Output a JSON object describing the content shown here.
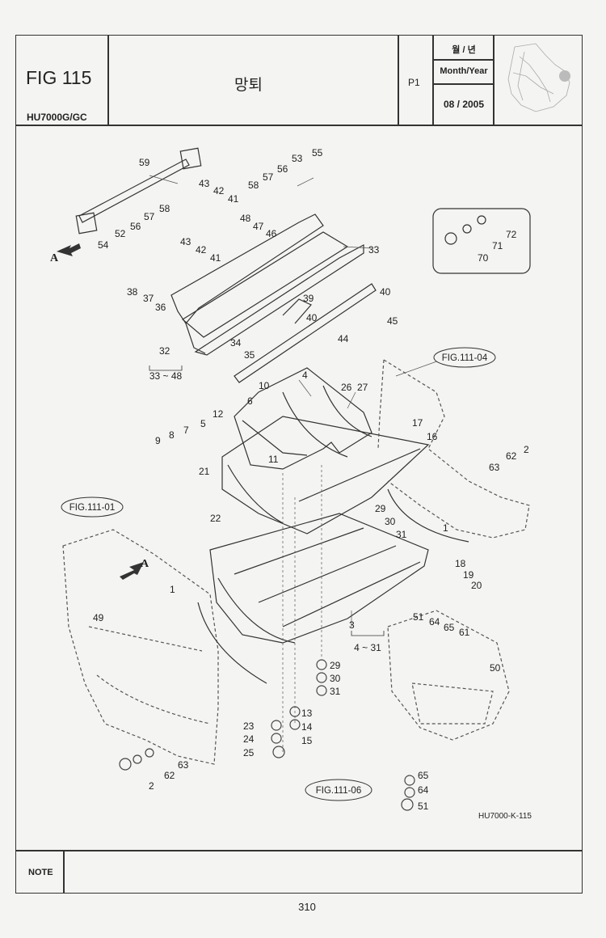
{
  "header": {
    "fig_label": "FIG 115",
    "model": "HU7000G/GC",
    "title": "망퇴",
    "page_code": "P1",
    "month_year_korean": "월 / 년",
    "month_year_label": "Month/Year",
    "date": "08 / 2005"
  },
  "diagram": {
    "drawing_code": "HU7000-K-115",
    "refs": {
      "fig_111_04": "FIG.111-04",
      "fig_111_01": "FIG.111-01",
      "fig_111_06": "FIG.111-06"
    },
    "direction_marker": "A",
    "ranges": {
      "r1": "33 ~ 48",
      "r2": "4 ~ 31"
    },
    "callouts": {
      "c59": "59",
      "c43a": "43",
      "c42a": "42",
      "c41a": "41",
      "c58a": "58",
      "c57a": "57",
      "c56a": "56",
      "c53": "53",
      "c55": "55",
      "c48a": "48",
      "c47": "47",
      "c46": "46",
      "c33": "33",
      "c52": "52",
      "c56b": "56",
      "c57b": "57",
      "c58b": "58",
      "c54": "54",
      "c43b": "43",
      "c42b": "42",
      "c41b": "41",
      "c38": "38",
      "c37": "37",
      "c36": "36",
      "c39": "39",
      "c40a": "40",
      "c40b": "40",
      "c45": "45",
      "c34": "34",
      "c35": "35",
      "c44": "44",
      "c32": "32",
      "c72": "72",
      "c71": "71",
      "c70": "70",
      "c10": "10",
      "c4": "4",
      "c26": "26",
      "c27": "27",
      "c6": "6",
      "c12": "12",
      "c5": "5",
      "c7": "7",
      "c8": "8",
      "c9": "9",
      "c17": "17",
      "c16": "16",
      "c21": "21",
      "c11": "11",
      "c22": "22",
      "c63a": "63",
      "c62a": "62",
      "c2a": "2",
      "c29a": "29",
      "c30a": "30",
      "c31a": "31",
      "c1a": "1",
      "c18": "18",
      "c19": "19",
      "c20": "20",
      "c1b": "1",
      "c49": "49",
      "c3": "3",
      "c51a": "51",
      "c64a": "64",
      "c65a": "65",
      "c61": "61",
      "c50": "50",
      "c29b": "29",
      "c30b": "30",
      "c31b": "31",
      "c13": "13",
      "c14": "14",
      "c15": "15",
      "c23": "23",
      "c24": "24",
      "c25": "25",
      "c63b": "63",
      "c62b": "62",
      "c2b": "2",
      "c65b": "65",
      "c64b": "64",
      "c51b": "51"
    }
  },
  "footer": {
    "note_label": "NOTE",
    "page_number": "310"
  }
}
